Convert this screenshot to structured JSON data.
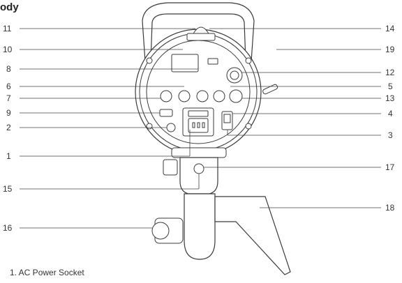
{
  "heading": "ody",
  "legend_first_item": "1. AC Power Socket",
  "callouts": {
    "c1": "1",
    "c2": "2",
    "c3": "3",
    "c4": "4",
    "c5": "5",
    "c6": "6",
    "c7": "7",
    "c8": "8",
    "c9": "9",
    "c10": "10",
    "c11": "11",
    "c12": "12",
    "c13": "13",
    "c14": "14",
    "c15": "15",
    "c16": "16",
    "c17": "17",
    "c18": "18",
    "c19": "19"
  }
}
